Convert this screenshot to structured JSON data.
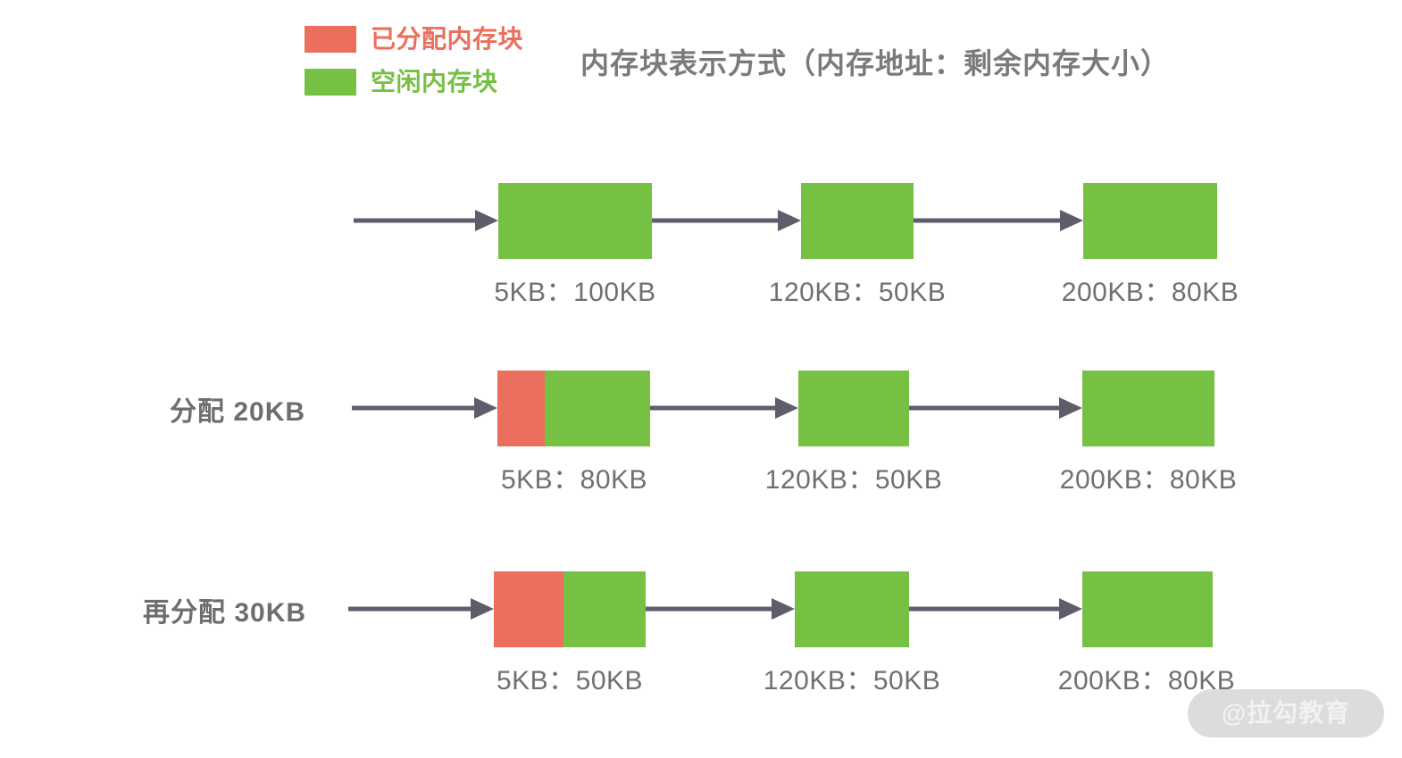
{
  "title": "内存块表示方式（内存地址：剩余内存大小）",
  "colors": {
    "allocated": "#ec6f5e",
    "free": "#76c043",
    "arrow": "#5d5d6b",
    "text": "#707070",
    "background": "#ffffff",
    "watermark_pill": "#dcdcdc",
    "watermark_text": "#f2f2f2"
  },
  "legend": {
    "items": [
      {
        "label": "已分配内存块",
        "color": "#ec6f5e",
        "key": "allocated"
      },
      {
        "label": "空闲内存块",
        "color": "#76c043",
        "key": "free"
      }
    ]
  },
  "rows": [
    {
      "action_label": "",
      "blocks": [
        {
          "caption": "5KB：100KB",
          "used_pct": 0,
          "free_pct": 100,
          "address": "5KB",
          "remaining": "100KB"
        },
        {
          "caption": "120KB：50KB",
          "used_pct": 0,
          "free_pct": 100,
          "address": "120KB",
          "remaining": "50KB"
        },
        {
          "caption": "200KB：80KB",
          "used_pct": 0,
          "free_pct": 100,
          "address": "200KB",
          "remaining": "80KB"
        }
      ]
    },
    {
      "action_label": "分配 20KB",
      "blocks": [
        {
          "caption": "5KB：80KB",
          "used_pct": 31,
          "free_pct": 69,
          "address": "5KB",
          "remaining": "80KB"
        },
        {
          "caption": "120KB：50KB",
          "used_pct": 0,
          "free_pct": 100,
          "address": "120KB",
          "remaining": "50KB"
        },
        {
          "caption": "200KB：80KB",
          "used_pct": 0,
          "free_pct": 100,
          "address": "200KB",
          "remaining": "80KB"
        }
      ]
    },
    {
      "action_label": "再分配 30KB",
      "blocks": [
        {
          "caption": "5KB：50KB",
          "used_pct": 46,
          "free_pct": 54,
          "address": "5KB",
          "remaining": "50KB"
        },
        {
          "caption": "120KB：50KB",
          "used_pct": 0,
          "free_pct": 100,
          "address": "120KB",
          "remaining": "50KB"
        },
        {
          "caption": "200KB：80KB",
          "used_pct": 0,
          "free_pct": 100,
          "address": "200KB",
          "remaining": "80KB"
        }
      ]
    }
  ],
  "watermark": {
    "text": "@拉勾教育"
  }
}
